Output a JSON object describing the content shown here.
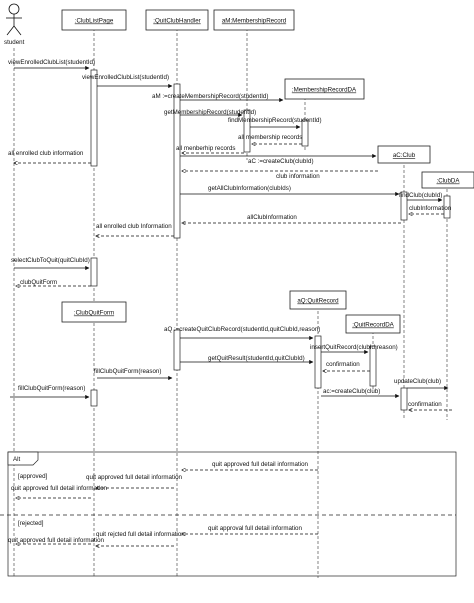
{
  "actor": {
    "label": "student"
  },
  "participants": {
    "club_list_page": ":ClubListPage",
    "quit_club_handler": ":QuitClubHandler",
    "membership_record": "aM:MembershipRecord",
    "membership_record_da": ":MembershipRecordDA",
    "club": "aC:Club",
    "club_da": ":ClubDA",
    "club_quit_form": ":ClubQuitForm",
    "quit_record": "aQ:QuitRecord",
    "quit_record_da": ":QuitRecordDA"
  },
  "messages": {
    "m1": "viewEnrolledClubList(studentId)",
    "m2": "viewEnrolledClubList(studentId)",
    "m3": "aM :=createMembershipRecord(studentId)",
    "m4": "getMembershipRecord(studentId)",
    "m5": "findMembershipRecord(studentId)",
    "m6": "all membership records",
    "m7": "all menberhip records",
    "m8": "aC :=createClub(clubId)",
    "m9": "club information",
    "m10": "all enrolled club information",
    "m11": "getAllClubInformation(clubIds)",
    "m12": "findClub(clubId)",
    "m13": "clubInformation",
    "m14": "allClubInformation",
    "m15": "all enrolled club Information",
    "m16": "selectClubToQuit(quitClubId)",
    "m17": "clubQuitForm",
    "m18": "aQ :=createQuitClubRecord(studentId,quitClubId,reason)",
    "m19": "insertQuitRecord(clubId,reason)",
    "m20": "confirmation",
    "m21": "getQuitResult(studentId,quitClubId)",
    "m22": "fillClubQuitForm(reason)",
    "m23": "fillClubQuitForm(reason)",
    "m24": "updateClub(club)",
    "m25": "ac:=createClub(club)",
    "m26": "confirmation",
    "m27": "quit approved full detail information",
    "m28": "quit approved full detail information",
    "m29": "quit approved full detail information",
    "m30": "quit approval full detail information",
    "m31": "quit rejcted full detail information",
    "m32": "quit approved full detail information"
  },
  "fragment": {
    "operator": "Alt",
    "guard_approved": "[approved]",
    "guard_rejected": "[rejected]"
  }
}
